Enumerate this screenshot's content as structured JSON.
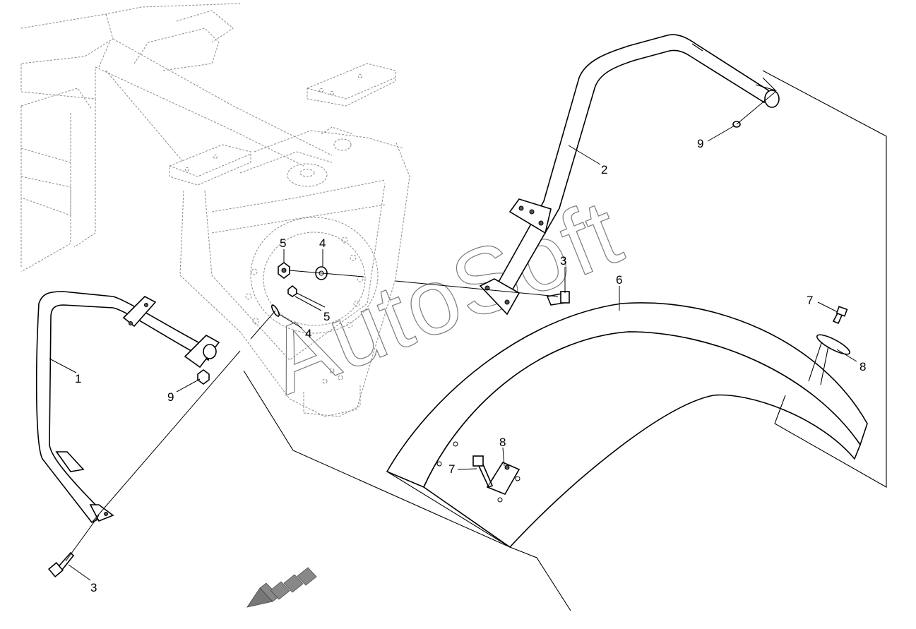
{
  "watermark": "AutoSoft",
  "callouts": {
    "c1": "1",
    "c2": "2",
    "c3a": "3",
    "c3b": "3",
    "c4a": "4",
    "c4b": "4",
    "c5a": "5",
    "c5b": "5",
    "c6": "6",
    "c7a": "7",
    "c7b": "7",
    "c8a": "8",
    "c8b": "8",
    "c9a": "9",
    "c9b": "9"
  },
  "icons": {
    "direction": "front-direction-arrow-icon"
  },
  "colors": {
    "line": "#000000",
    "ghost": "#8a8a8a",
    "background": "#ffffff"
  }
}
